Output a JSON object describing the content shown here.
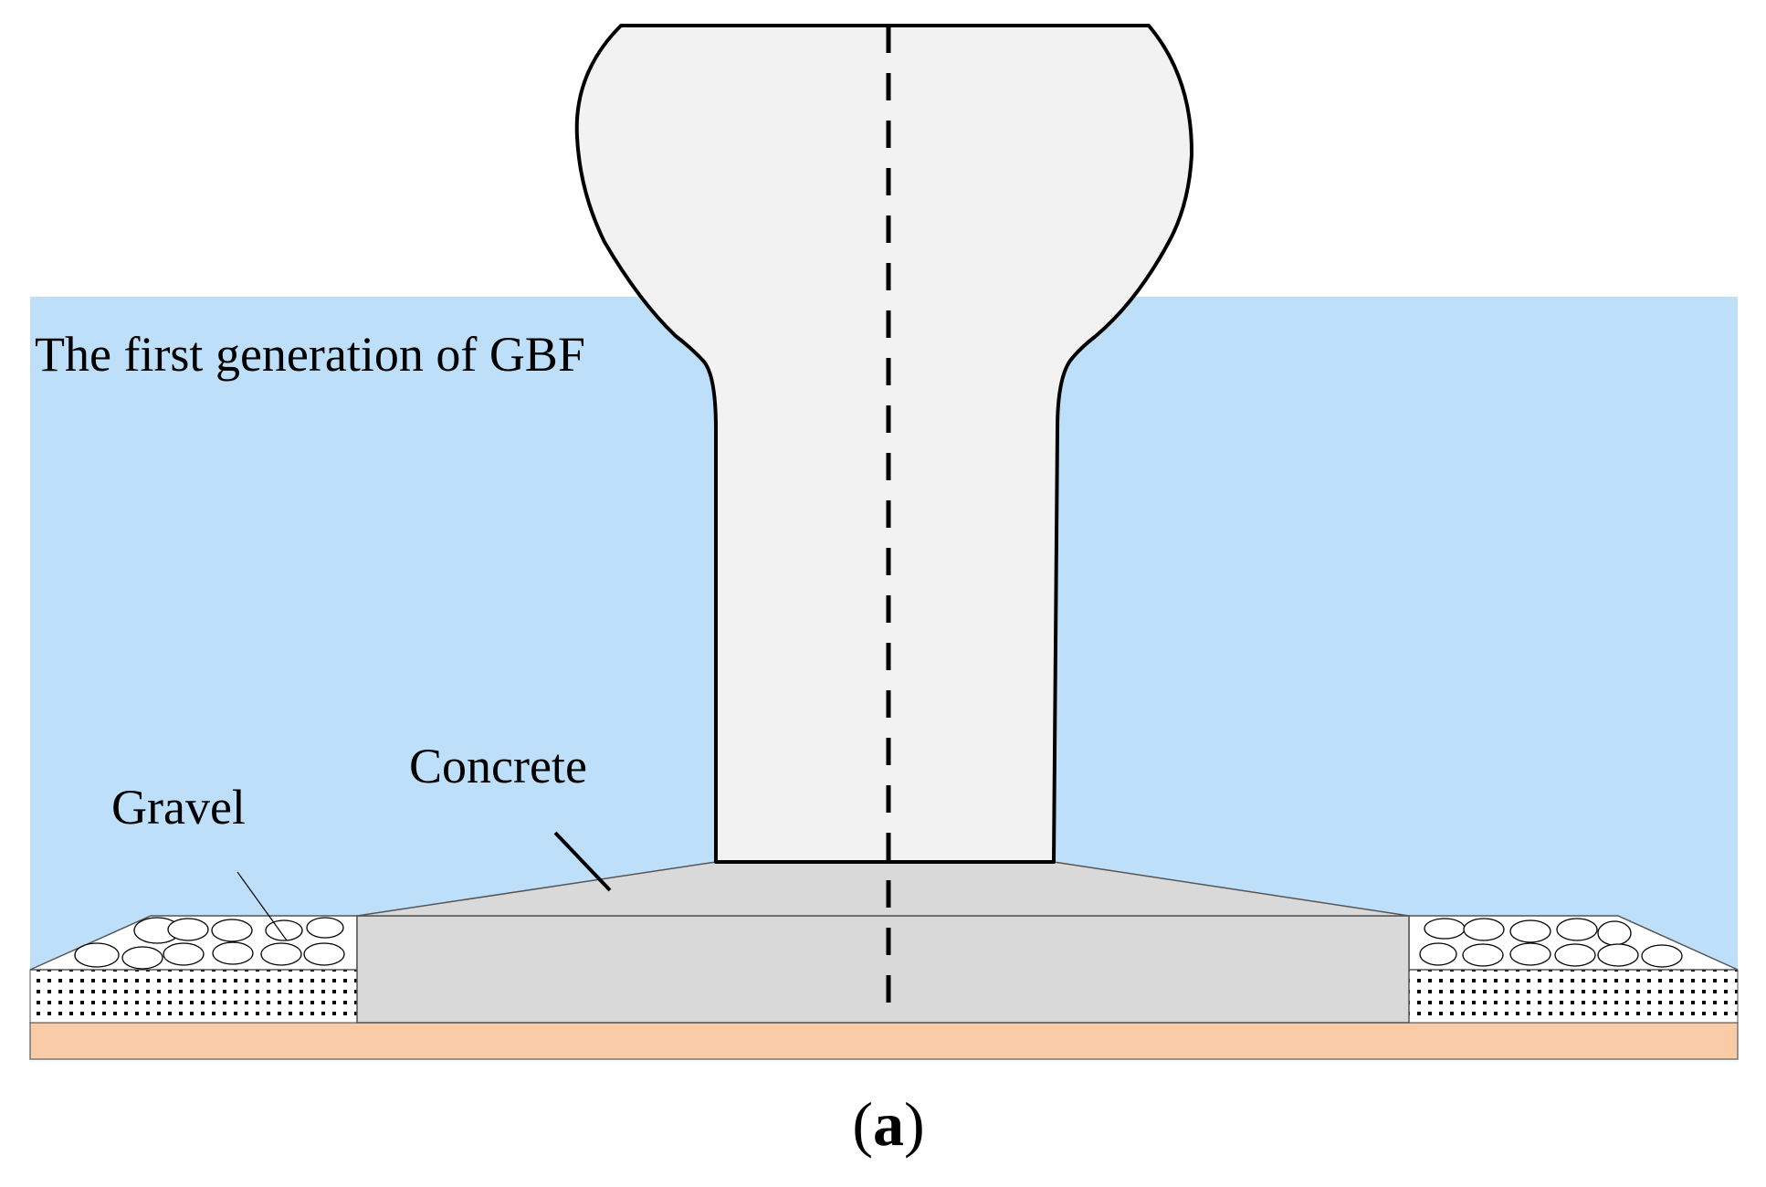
{
  "title": "The first generation of GBF",
  "labels": {
    "concrete": "Concrete",
    "gravel": "Gravel"
  },
  "caption": {
    "open": "(",
    "letter": "a",
    "close": ")"
  },
  "colors": {
    "water": "#bddff9",
    "seabed": "#f9cba7",
    "structure_fill": "#f2f2f2",
    "concrete_fill": "#d9d9d9",
    "gravel_fill": "#ffffff",
    "outline": "#000000"
  }
}
